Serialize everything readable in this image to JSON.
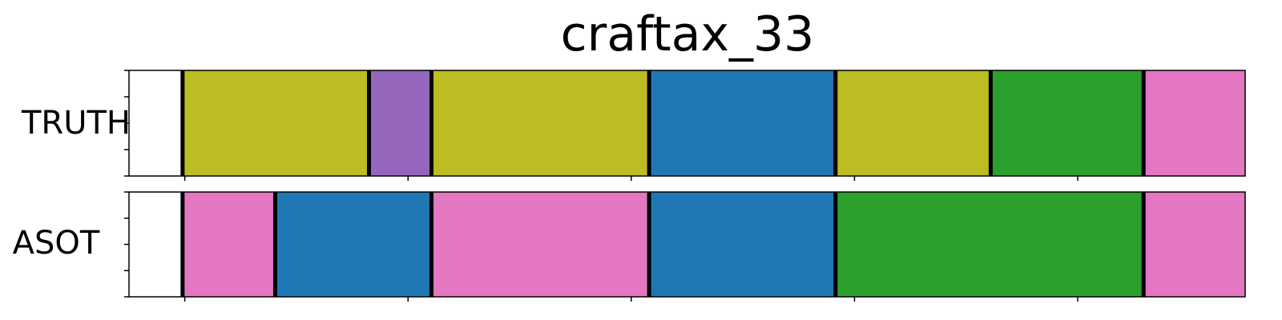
{
  "chart_data": {
    "type": "segmentation",
    "title": "craftax_33",
    "xlim": [
      0,
      100
    ],
    "colors": {
      "olive": "#bcbd22",
      "purple": "#9467bd",
      "blue": "#1f77b4",
      "green": "#2ca02c",
      "pink": "#e377c2",
      "boundary": "#000000"
    },
    "rows": [
      {
        "label": "TRUTH",
        "segments": [
          {
            "start": 4.8,
            "end": 21.5,
            "color": "olive"
          },
          {
            "start": 21.5,
            "end": 27.1,
            "color": "purple"
          },
          {
            "start": 27.1,
            "end": 46.6,
            "color": "olive"
          },
          {
            "start": 46.6,
            "end": 63.3,
            "color": "blue"
          },
          {
            "start": 63.3,
            "end": 77.2,
            "color": "olive"
          },
          {
            "start": 77.2,
            "end": 90.9,
            "color": "green"
          },
          {
            "start": 90.9,
            "end": 104.9,
            "color": "pink"
          }
        ]
      },
      {
        "label": "ASOT",
        "segments": [
          {
            "start": 4.8,
            "end": 13.1,
            "color": "pink"
          },
          {
            "start": 13.1,
            "end": 27.1,
            "color": "blue"
          },
          {
            "start": 27.1,
            "end": 46.6,
            "color": "pink"
          },
          {
            "start": 46.6,
            "end": 63.3,
            "color": "blue"
          },
          {
            "start": 63.3,
            "end": 90.9,
            "color": "green"
          },
          {
            "start": 90.9,
            "end": 104.9,
            "color": "pink"
          }
        ]
      }
    ],
    "x_ticks": [
      5,
      25,
      45,
      65,
      85,
      105
    ],
    "y_ticks": 5
  }
}
